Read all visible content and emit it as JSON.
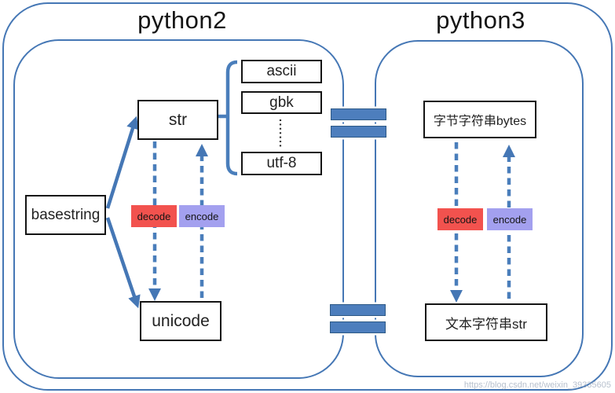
{
  "titles": {
    "python2": "python2",
    "python3": "python3"
  },
  "python2": {
    "basestring": "basestring",
    "str": "str",
    "unicode": "unicode",
    "decode_label": "decode",
    "encode_label": "encode",
    "encodings": [
      "ascii",
      "gbk",
      "utf-8"
    ]
  },
  "python3": {
    "bytes_box": "字节字符串bytes",
    "str_box": "文本字符串str",
    "decode_label": "decode",
    "encode_label": "encode"
  },
  "watermark": "https://blog.csdn.net/weixin_39335605",
  "colors": {
    "outline_blue": "#4577b5",
    "bar_fill": "#4d7ebd",
    "bar_border": "#2d5986",
    "decode_bg": "#f2524e",
    "encode_bg": "#a3a0ef",
    "box_border": "#141414",
    "title_text": "#151515"
  }
}
